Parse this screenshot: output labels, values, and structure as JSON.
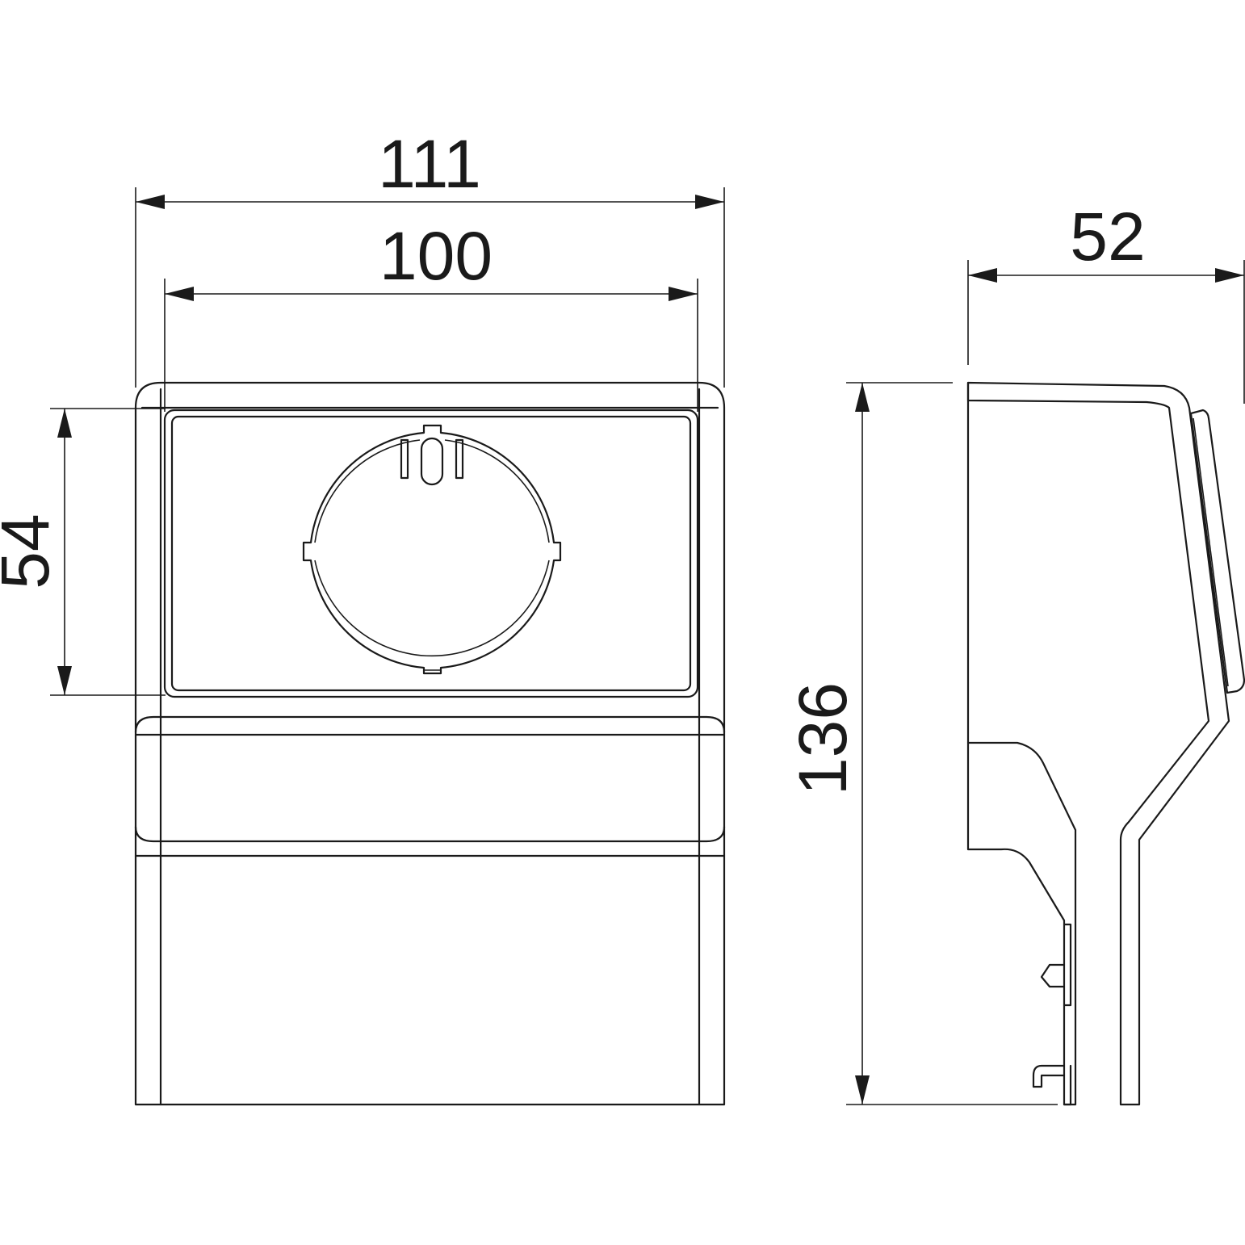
{
  "dimensions": {
    "overall_width": "111",
    "inner_width": "100",
    "window_height": "54",
    "depth": "52",
    "overall_height": "136"
  },
  "colors": {
    "line": "#1a1a1a",
    "background": "#ffffff"
  }
}
